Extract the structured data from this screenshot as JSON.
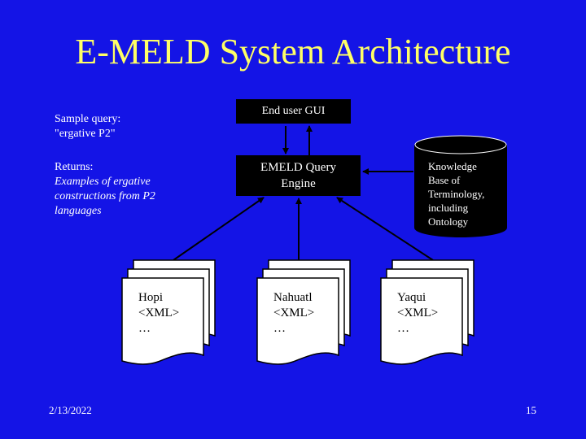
{
  "title": "E-MELD System Architecture",
  "sample_query": {
    "label": "Sample query:",
    "value": "\"ergative P2\""
  },
  "returns": {
    "label": "Returns:",
    "value": "Examples of ergative constructions from P2 languages"
  },
  "gui_box": "End user GUI",
  "engine_box": {
    "line1": "EMELD Query",
    "line2": "Engine"
  },
  "knowledge_base": {
    "line1": "Knowledge",
    "line2": "Base of",
    "line3": "Terminology,",
    "line4": "including",
    "line5": "Ontology"
  },
  "documents": [
    {
      "name": "Hopi",
      "tag": "<XML>",
      "more": "…"
    },
    {
      "name": "Nahuatl",
      "tag": "<XML>",
      "more": "…"
    },
    {
      "name": "Yaqui",
      "tag": "<XML>",
      "more": "…"
    }
  ],
  "footer": {
    "date": "2/13/2022",
    "page": "15"
  },
  "colors": {
    "background": "#1414e6",
    "title": "#ffff66",
    "text": "#ffffff",
    "box": "#000000",
    "document": "#ffffff"
  }
}
